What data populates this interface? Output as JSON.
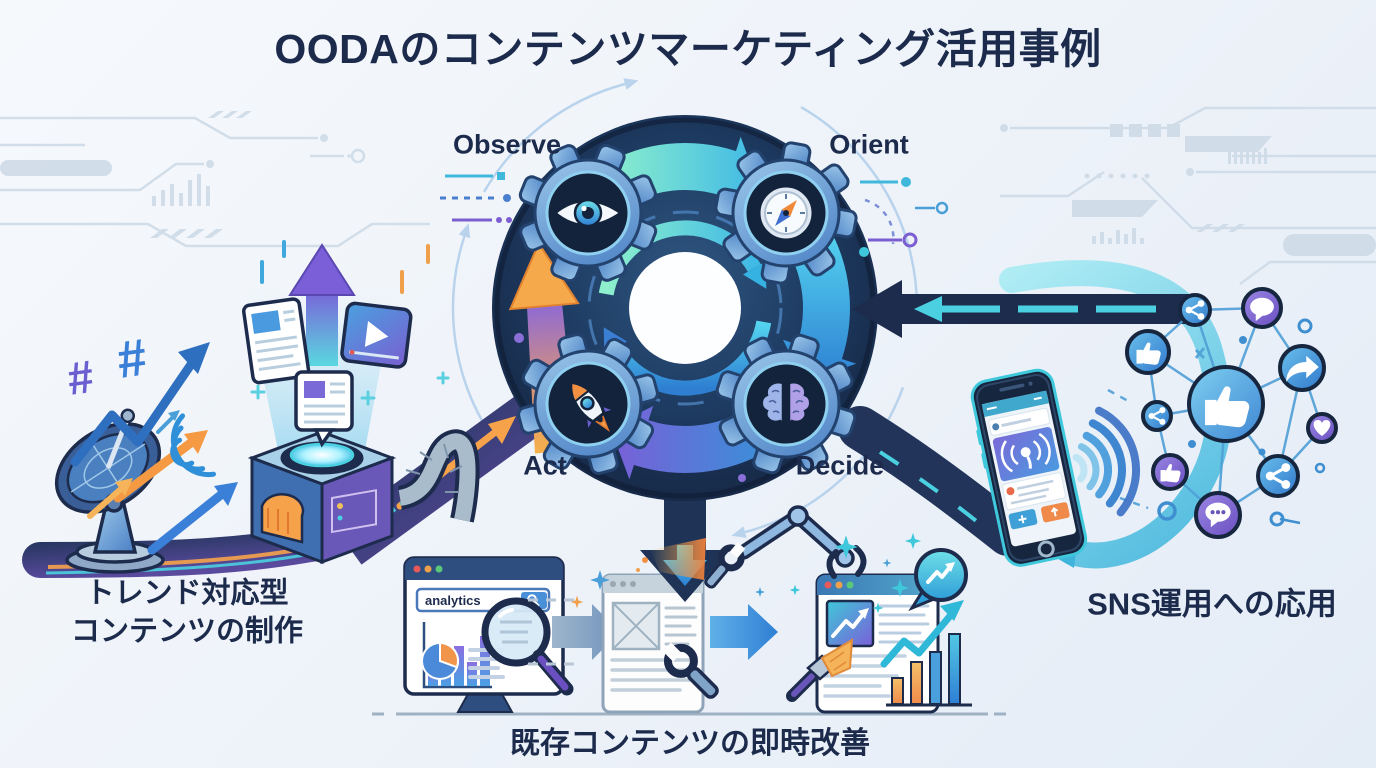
{
  "title": "OODAのコンテンツマーケティング活用事例",
  "ooda": {
    "observe": "Observe",
    "orient": "Orient",
    "decide": "Decide",
    "act": "Act"
  },
  "captions": {
    "trend_line1": "トレンド対応型",
    "trend_line2": "コンテンツの制作",
    "improve": "既存コンテンツの即時改善",
    "sns": "SNS運用への応用"
  },
  "analytics_browser": {
    "search_value": "analytics"
  },
  "icon_semantics": {
    "ooda_gears": [
      "eye-icon",
      "compass-icon",
      "brain-icon",
      "rocket-icon"
    ],
    "center": "refresh-cycle-icon",
    "trend_scene": [
      "satellite-dish-icon",
      "hashtag-icon",
      "trend-arrow-icon",
      "wifi-waves-icon",
      "content-machine",
      "article-card-icon",
      "video-card-icon",
      "note-card-icon"
    ],
    "improve_scene": [
      "analytics-monitor",
      "magnifier-icon",
      "bar-chart-icon",
      "pie-chart-icon",
      "wireframe-browser",
      "robot-arm-icon",
      "wrench-icon",
      "improved-browser",
      "paintbrush-icon",
      "speech-bubble-trend-icon",
      "growth-chart-icon"
    ],
    "sns_scene": [
      "smartphone",
      "broadcast-icon",
      "wifi-waves-icon",
      "thumbs-up-icon",
      "share-icon",
      "chat-icon",
      "forward-icon",
      "heart-icon",
      "chat-dots-icon"
    ]
  },
  "colors": {
    "navy": "#1c2a4c",
    "teal": "#3fc3dc",
    "blue": "#2f7fd0",
    "purple": "#7b5fd0",
    "orange": "#f5a142",
    "background": "#eef3f9",
    "circuit": "#ccd9e6"
  }
}
